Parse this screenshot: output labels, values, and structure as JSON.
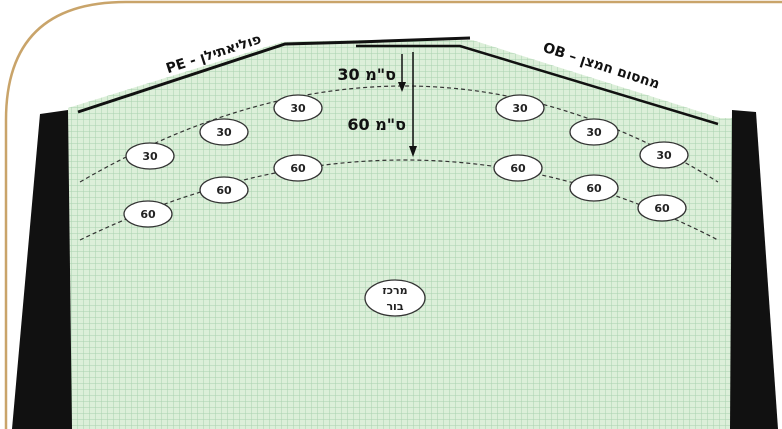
{
  "labels": {
    "left_cover": "PE - פוליאתילן",
    "right_cover": "OB – מחסום חמצן",
    "depth_30": "30 ס\"מ",
    "depth_60": "60 ס\"מ",
    "center": [
      "מרכז",
      "בור"
    ]
  },
  "markers": {
    "row_30": [
      "30",
      "30",
      "30",
      "30",
      "30",
      "30"
    ],
    "row_60": [
      "60",
      "60",
      "60",
      "60",
      "60",
      "60"
    ]
  },
  "colors": {
    "frame": "#c9a46a",
    "fill": "#dcefd9",
    "grid": "#9fc9a4",
    "wall": "#111111"
  }
}
